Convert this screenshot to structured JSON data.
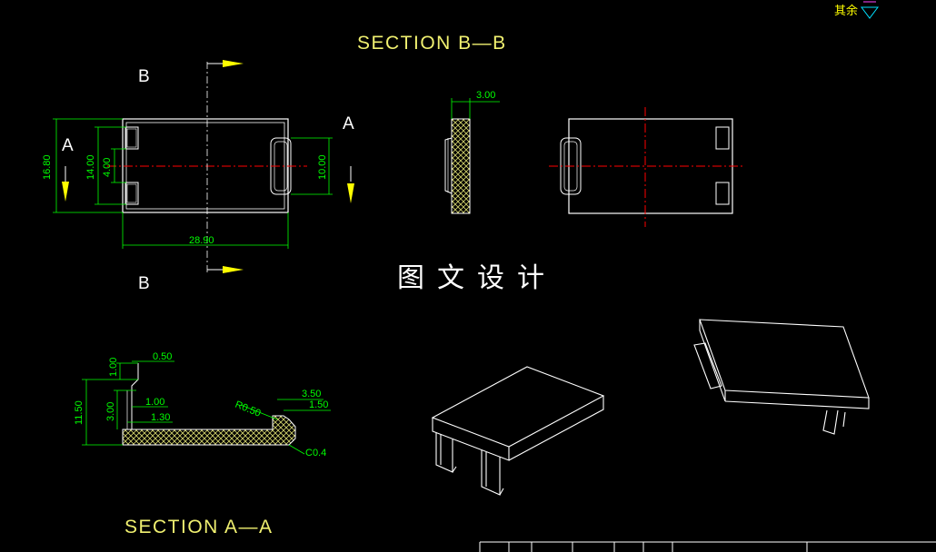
{
  "section_bb_title": "SECTION B—B",
  "section_aa_title": "SECTION A—A",
  "watermark": "图文设计",
  "surface_note": "其余",
  "cut_labels": {
    "b_top": "B",
    "b_bottom": "B",
    "a_left": "A",
    "a_right": "A"
  },
  "dims": {
    "height_total": "16.80",
    "height_inner": "14.00",
    "slot_width": "4.00",
    "latch_height": "10.00",
    "length": "28.90",
    "thickness": "3.00",
    "aa_offset_top": "0.50",
    "aa_h1": "1.00",
    "aa_w1": "1.00",
    "aa_h2": "3.00",
    "aa_w2": "1.30",
    "aa_total": "11.50",
    "aa_r": "R0.50",
    "aa_w3": "3.50",
    "aa_w4": "1.50",
    "aa_chamfer": "C0.4"
  },
  "colors": {
    "outline": "#ffffff",
    "dimension": "#00ff00",
    "centerline": "#ff0000",
    "arrow": "#ffff00",
    "title": "#f0f070"
  }
}
